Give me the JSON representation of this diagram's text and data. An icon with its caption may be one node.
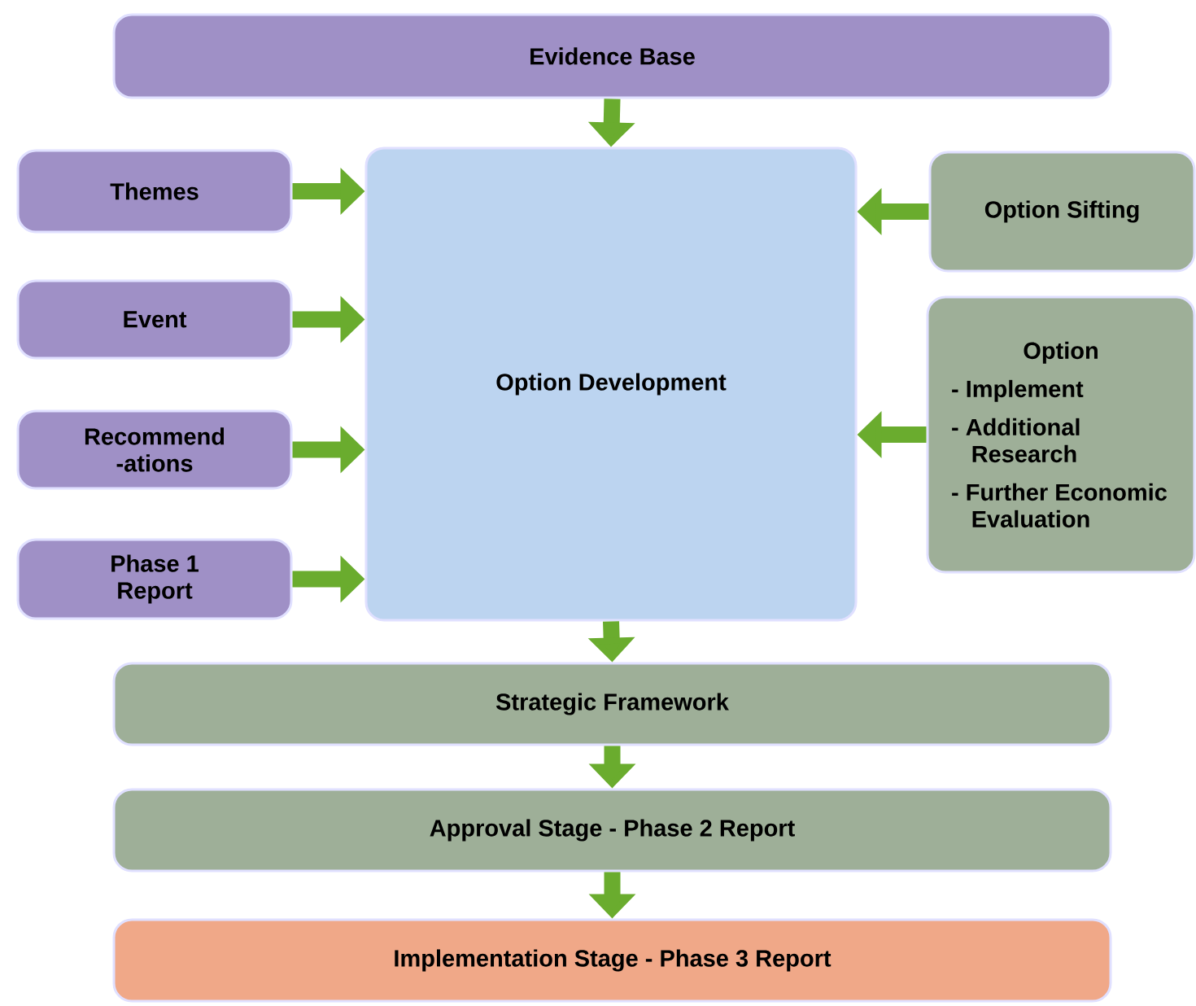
{
  "diagram": {
    "nodes": [
      {
        "text": [
          "Evidence Base"
        ]
      },
      {
        "text": [
          "Option Development"
        ]
      },
      {
        "text": [
          "Themes"
        ]
      },
      {
        "text": [
          "Event"
        ]
      },
      {
        "text": [
          "Recommend -ations"
        ]
      },
      {
        "text": [
          "Phase 1 Report"
        ]
      },
      {
        "text": [
          "Option Sifting"
        ]
      },
      {
        "text": [
          "Option",
          "- Implement",
          "- Additional Research",
          "- Further Economic Evaluation"
        ]
      },
      {
        "text": [
          "Strategic Framework"
        ]
      },
      {
        "text": [
          "Approval Stage - Phase 2 Report"
        ]
      },
      {
        "text": [
          "Implementation Stage - Phase 3 Report"
        ]
      }
    ],
    "edges": [
      {
        "from": 0,
        "to": 1,
        "arrow": "to"
      },
      {
        "from": 2,
        "to": 1,
        "arrow": "to"
      },
      {
        "from": 3,
        "to": 1,
        "arrow": "to"
      },
      {
        "from": 4,
        "to": 1,
        "arrow": "to"
      },
      {
        "from": 5,
        "to": 1,
        "arrow": "to"
      },
      {
        "from": 6,
        "to": 1,
        "arrow": "to"
      },
      {
        "from": 7,
        "to": 1,
        "arrow": "to"
      },
      {
        "from": 1,
        "to": 8,
        "arrow": "to"
      },
      {
        "from": 8,
        "to": 9,
        "arrow": "to"
      },
      {
        "from": 9,
        "to": 10,
        "arrow": "to"
      }
    ]
  }
}
